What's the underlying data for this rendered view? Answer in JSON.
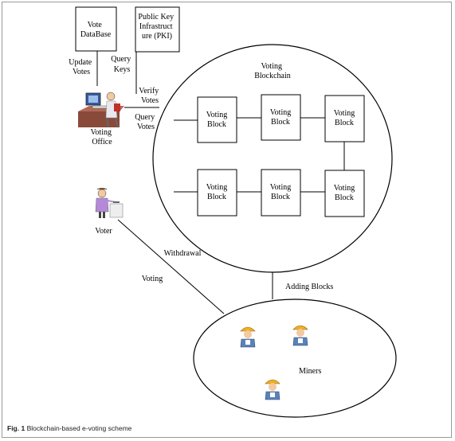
{
  "nodes": {
    "vote_database": [
      "Vote",
      "DataBase"
    ],
    "pki": [
      "Public Key",
      "Infrastruct",
      "ure (PKI)"
    ],
    "voting_office": [
      "Voting",
      "Office"
    ],
    "voter": "Voter",
    "blockchain": [
      "Voting",
      "Blockchain"
    ],
    "block_label": [
      "Voting",
      "Block"
    ],
    "miners": "Miners"
  },
  "edges": {
    "update_votes": [
      "Update",
      "Votes"
    ],
    "query_keys": [
      "Query",
      "Keys"
    ],
    "verify_votes": [
      "Verify",
      "Votes"
    ],
    "query_votes": [
      "Query",
      "Votes"
    ],
    "withdrawal": "Withdrawal",
    "voting": "Voting",
    "adding_blocks": "Adding Blocks"
  },
  "caption": {
    "fig": "Fig. 1",
    "text": "Blockchain-based e-voting scheme"
  },
  "colors": {
    "line": "#000000",
    "frame": "#9a9a9a",
    "miner_helmet": "#f0b020",
    "miner_body": "#5a82b8"
  },
  "icons": {
    "voting_office": "computer-operator-icon",
    "voter": "voter-ballot-icon",
    "miner": "miner-icon"
  }
}
